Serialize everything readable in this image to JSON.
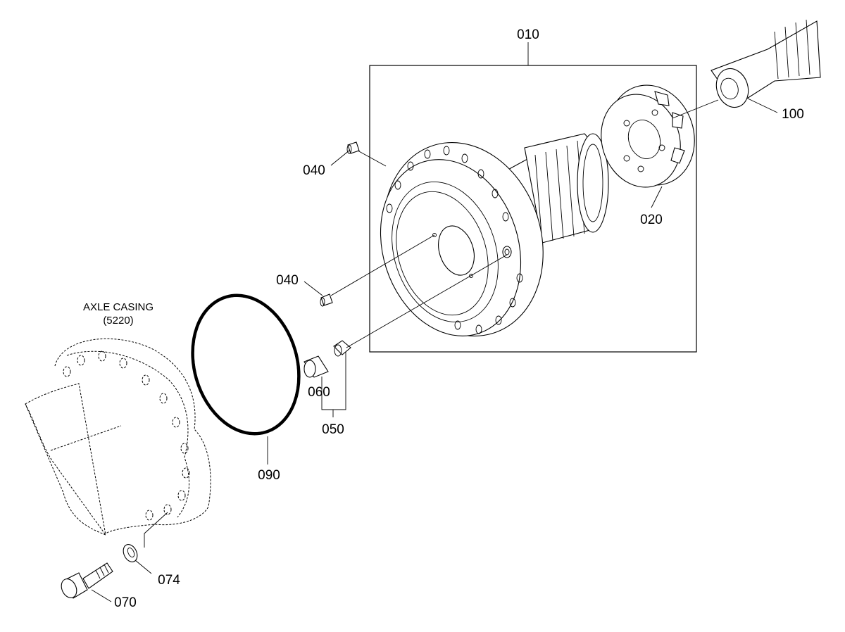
{
  "caption": {
    "line1": "AXLE CASING",
    "line2": "(5220)"
  },
  "labels": {
    "p010": "010",
    "p020": "020",
    "p040a": "040",
    "p040b": "040",
    "p050": "050",
    "p060": "060",
    "p070": "070",
    "p074": "074",
    "p090": "090",
    "p100": "100"
  }
}
